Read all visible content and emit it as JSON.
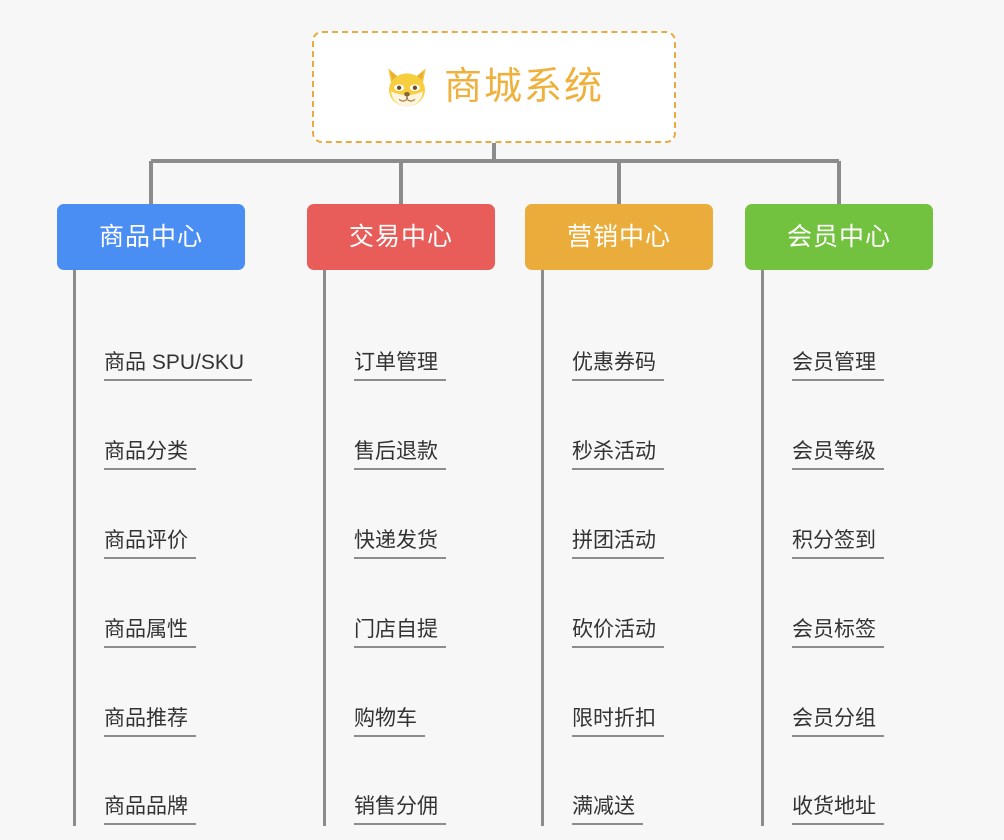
{
  "page": {
    "background_color": "#f7f7f7",
    "line_color": "#8c8c8c",
    "text_color": "#333333"
  },
  "root": {
    "title": "商城系统",
    "icon": "shiba-dog-face-icon",
    "border_color": "#e8ab43",
    "text_color": "#f0b03c",
    "background_color": "#ffffff"
  },
  "columns": [
    {
      "label": "商品中心",
      "color": "#4a8ef4",
      "items": [
        {
          "label": "商品 SPU/SKU"
        },
        {
          "label": "商品分类"
        },
        {
          "label": "商品评价"
        },
        {
          "label": "商品属性"
        },
        {
          "label": "商品推荐"
        },
        {
          "label": "商品品牌"
        }
      ]
    },
    {
      "label": "交易中心",
      "color": "#e85d5a",
      "items": [
        {
          "label": "订单管理"
        },
        {
          "label": "售后退款"
        },
        {
          "label": "快递发货"
        },
        {
          "label": "门店自提"
        },
        {
          "label": "购物车"
        },
        {
          "label": "销售分佣"
        }
      ]
    },
    {
      "label": "营销中心",
      "color": "#eaad3c",
      "items": [
        {
          "label": "优惠券码"
        },
        {
          "label": "秒杀活动"
        },
        {
          "label": "拼团活动"
        },
        {
          "label": "砍价活动"
        },
        {
          "label": "限时折扣"
        },
        {
          "label": "满减送"
        }
      ]
    },
    {
      "label": "会员中心",
      "color": "#73c23f",
      "items": [
        {
          "label": "会员管理"
        },
        {
          "label": "会员等级"
        },
        {
          "label": "积分签到"
        },
        {
          "label": "会员标签"
        },
        {
          "label": "会员分组"
        },
        {
          "label": "收货地址"
        }
      ]
    }
  ]
}
